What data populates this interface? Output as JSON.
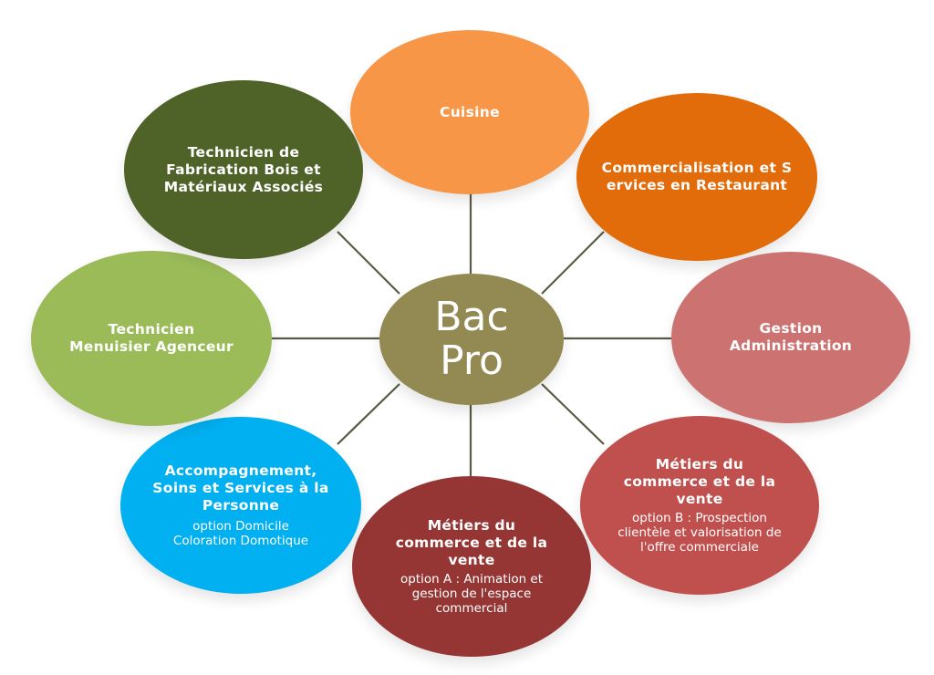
{
  "center": {
    "label_line1": "Bac",
    "label_line2": "Pro"
  },
  "nodes": {
    "cuisine": {
      "title": "Cuisine"
    },
    "commercialisation": {
      "title": "Commercialisation et Services en Restaurant"
    },
    "gestion": {
      "title_line1": "Gestion",
      "title_line2": "Administration"
    },
    "metiers_b": {
      "title": "Métiers du commerce et de la vente",
      "option": "option B : Prospection clientèle et valorisation de l'offre commerciale"
    },
    "metiers_a": {
      "title": "Métiers du commerce et de la vente",
      "option": "option A : Animation et gestion de l'espace commercial"
    },
    "accompagnement": {
      "title": "Accompagnement, Soins et Services à la Personne",
      "option_line1": "option Domicile",
      "option_line2": "Coloration Domotique"
    },
    "menuisier": {
      "title": "Technicien Menuisier Agenceur"
    },
    "fabrication": {
      "title": "Technicien de Fabrication Bois et Matériaux Associés"
    }
  },
  "colors": {
    "center": "#938953",
    "cuisine": "#f79646",
    "commercialisation": "#e26b0a",
    "gestion": "#cc7372",
    "metiers_b": "#c0504d",
    "metiers_a": "#963634",
    "accompagnement": "#00b0f0",
    "menuisier": "#9bbb59",
    "fabrication": "#4f6228",
    "connector": "#5a5a44"
  }
}
